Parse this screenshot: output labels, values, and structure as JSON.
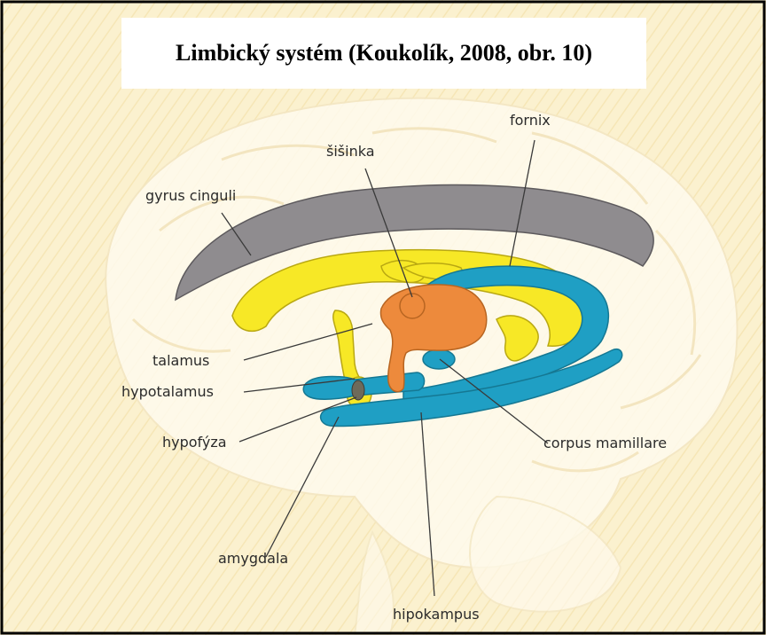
{
  "title": "Limbický systém (Koukolík, 2008, obr. 10)",
  "labels": {
    "fornix": "fornix",
    "sisinka": "šišinka",
    "gyrus_cinguli": "gyrus cinguli",
    "talamus": "talamus",
    "hypotalamus": "hypotalamus",
    "hypofyza": "hypofýza",
    "corpus_mamillare": "corpus mamillare",
    "amygdala": "amygdala",
    "hipokampus": "hipokampus"
  },
  "colors": {
    "background": "#fbf1cf",
    "brain_outline": "#fffbea",
    "gyrus_cinguli": "#8f8c8f",
    "fornix_structures": "#f7e826",
    "limbic_blue": "#1f9fc4",
    "talamus": "#ed8a3c",
    "hypofyza": "#6e6a5a",
    "border": "#000000"
  }
}
